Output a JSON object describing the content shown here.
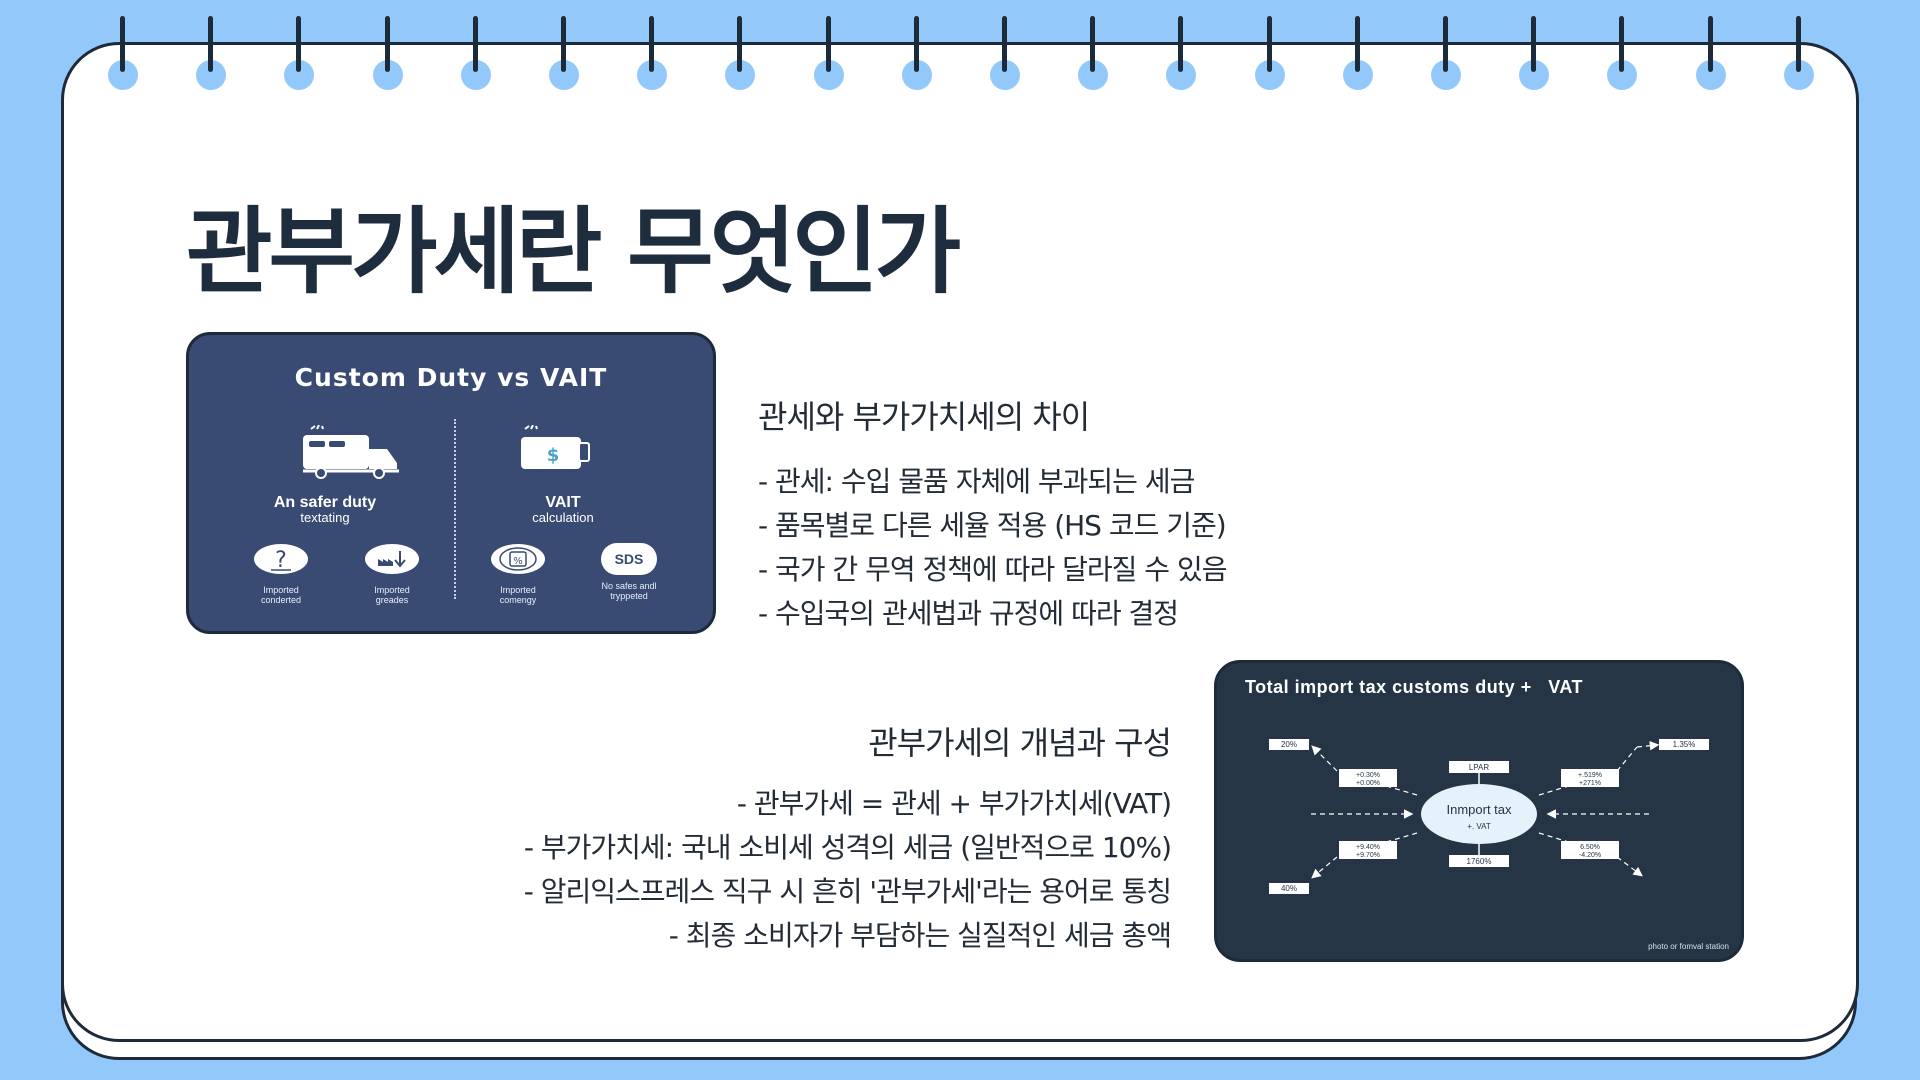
{
  "title": "관부가세란 무엇인가",
  "card1": {
    "title": "Custom Duty vs VAIT",
    "left_col": {
      "heading": "An safer duty",
      "sub": "textating"
    },
    "right_col": {
      "heading": "VAIT",
      "sub": "calculation"
    },
    "icons": [
      {
        "icon": "question-icon",
        "label1": "Imported",
        "label2": "conderted"
      },
      {
        "icon": "factory-down-icon",
        "label1": "Imported",
        "label2": "greades"
      },
      {
        "icon": "percent-icon",
        "label1": "Imported",
        "label2": "comengy"
      },
      {
        "icon": "sds-badge",
        "badge": "SDS",
        "label1": "No safes andl",
        "label2": "tryppeted"
      }
    ]
  },
  "section1": {
    "heading": "관세와 부가가치세의 차이",
    "bullets": [
      "- 관세: 수입 물품 자체에 부과되는 세금",
      "- 품목별로 다른 세율 적용 (HS 코드 기준)",
      "- 국가 간 무역 정책에 따라 달라질 수 있음",
      "- 수입국의 관세법과 규정에 따라 결정"
    ]
  },
  "section2": {
    "heading": "관부가세의 개념과 구성",
    "bullets": [
      "- 관부가세 = 관세 + 부가가치세(VAT)",
      "- 부가가치세: 국내 소비세 성격의 세금 (일반적으로 10%)",
      "- 알리익스프레스 직구 시 흔히 '관부가세'라는 용어로 통칭",
      "- 최종 소비자가 부담하는 실질적인 세금 총액"
    ]
  },
  "card2": {
    "title": "Total import tax customs duty +   VAT",
    "center_main": "Inmport tax",
    "center_sub": "+. VAT",
    "top_box": "LPAR",
    "bottom_box": "1760%",
    "boxes": {
      "tl_outer": "20%",
      "tr_outer": "1.35%",
      "bl_outer": "40%",
      "tl_inner_1": "+0.30%",
      "tl_inner_2": "+0.00%",
      "tr_inner_1": "+.519%",
      "tr_inner_2": "+271%",
      "bl_inner_1": "+9.40%",
      "bl_inner_2": "+9.70%",
      "br_inner_1": "6.50%",
      "br_inner_2": "-4.20%"
    },
    "caption": "photo or fomval station"
  },
  "colors": {
    "background": "#93c9fa",
    "card1": "#394b73",
    "card2": "#263545",
    "ink": "#1e2d3d"
  }
}
